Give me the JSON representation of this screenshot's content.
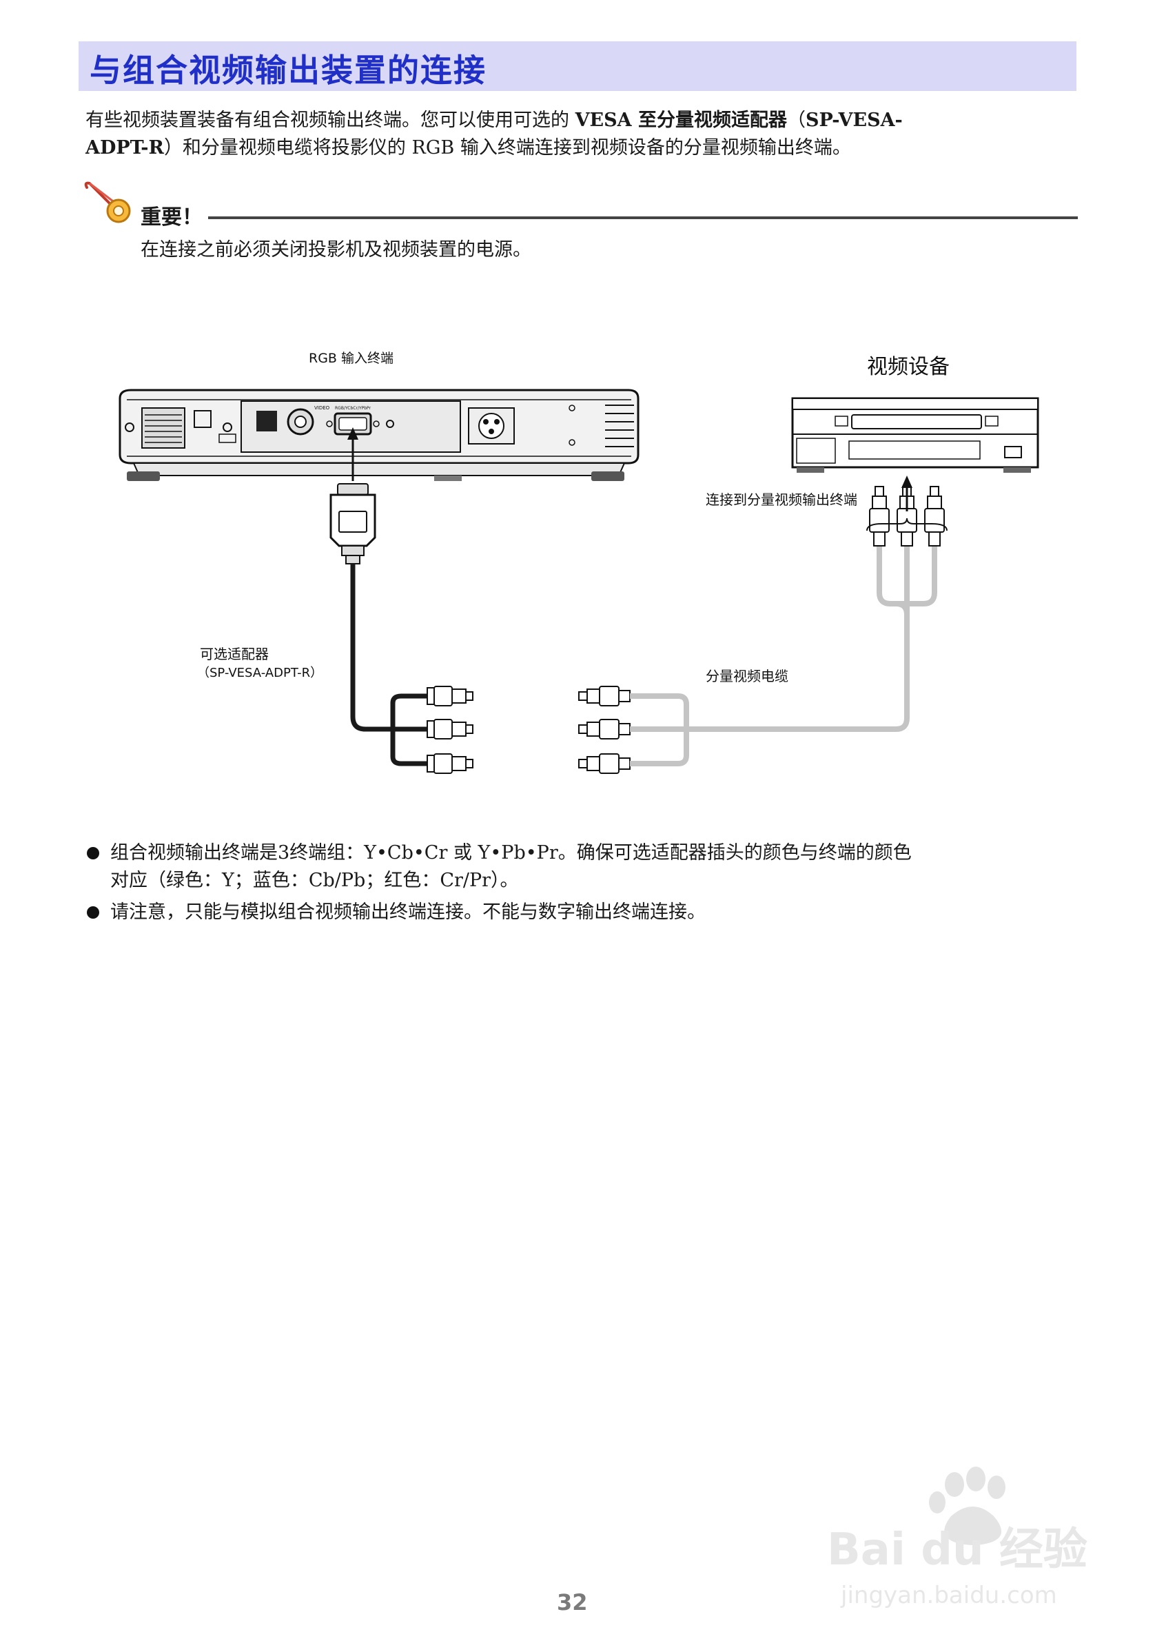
{
  "title": "与组合视频输出装置的连接",
  "intro": {
    "line1_a": "有些视频装置装备有组合视频输出终端。您可以使用可选的 ",
    "line1_b": "VESA 至分量视频适配器",
    "line1_c": "（",
    "line1_d": "SP-VESA-",
    "line2_a": "ADPT-R",
    "line2_b": "）和分量视频电缆将投影仪的 RGB 输入终端连接到视频设备的分量视频输出终端。"
  },
  "important": {
    "label": "重要！",
    "text": "在连接之前必须关闭投影机及视频装置的电源。"
  },
  "diagram": {
    "rgb_terminal_label": "RGB 输入终端",
    "video_device_label": "视频设备",
    "connect_label": "连接到分量视频输出终端",
    "adapter_label_line1": "可选适配器",
    "adapter_label_line2": "（SP-VESA-ADPT-R）",
    "cable_label": "分量视频电缆",
    "panel_video": "VIDEO",
    "panel_rgb": "RGB/YCbCr/YPbPr"
  },
  "bullets": [
    {
      "line1": "组合视频输出终端是3终端组：Y•Cb•Cr 或 Y•Pb•Pr。确保可选适配器插头的颜色与终端的颜色",
      "line2": "对应（绿色：Y；蓝色：Cb/Pb；红色：Cr/Pr）。"
    },
    {
      "line1": "请注意，只能与模拟组合视频输出终端连接。不能与数字输出终端连接。"
    }
  ],
  "page_number": "32",
  "watermark": {
    "brand": "Bai du 经验",
    "url": "jingyan.baidu.com"
  },
  "colors": {
    "title_bar": "#d9d9f7",
    "title_text": "#1f2fc7",
    "important_icon": "#e08a2a",
    "cable_gray": "#c4c4c4",
    "adapter_cable": "#1a1a1a"
  }
}
